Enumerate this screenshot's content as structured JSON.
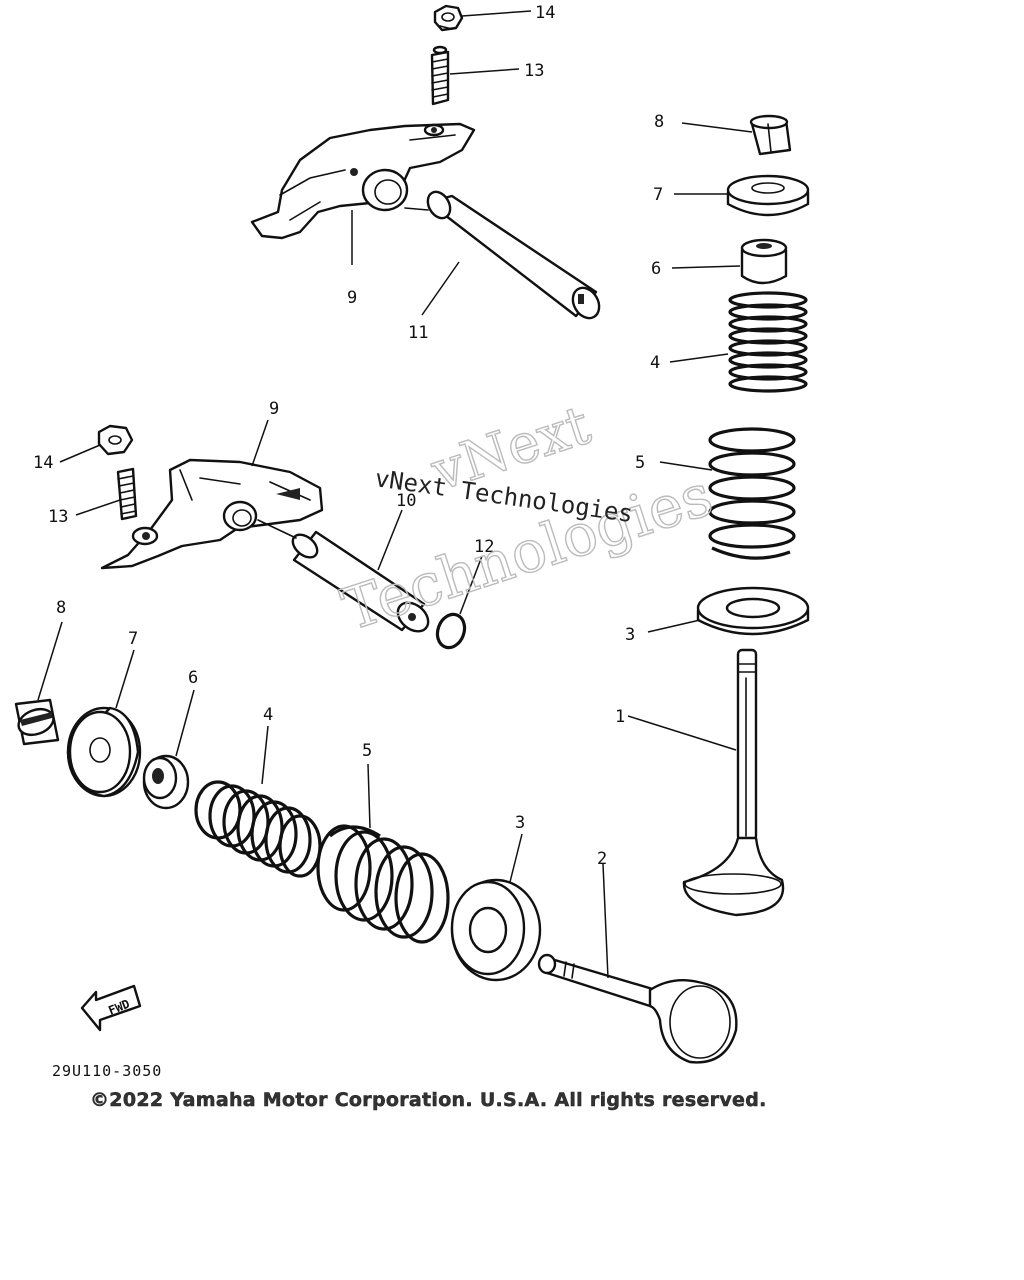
{
  "callouts": {
    "upper_14": "14",
    "upper_13": "13",
    "upper_9": "9",
    "upper_11": "11",
    "right_8": "8",
    "right_7": "7",
    "right_6": "6",
    "right_4": "4",
    "right_5": "5",
    "right_3": "3",
    "right_1": "1",
    "left_9": "9",
    "left_14": "14",
    "left_13": "13",
    "left_10": "10",
    "left_12": "12",
    "lower_8": "8",
    "lower_7": "7",
    "lower_6": "6",
    "lower_4": "4",
    "lower_5": "5",
    "lower_3": "3",
    "lower_2": "2"
  },
  "fwd_label": "FWD",
  "drawing_code": "29U110-3050",
  "copyright": "©2022 Yamaha Motor Corporation. U.S.A. All rights reserved.",
  "watermark": {
    "line_a": "vNext",
    "line_b": "Technologies",
    "text": "vNext Technologies"
  }
}
